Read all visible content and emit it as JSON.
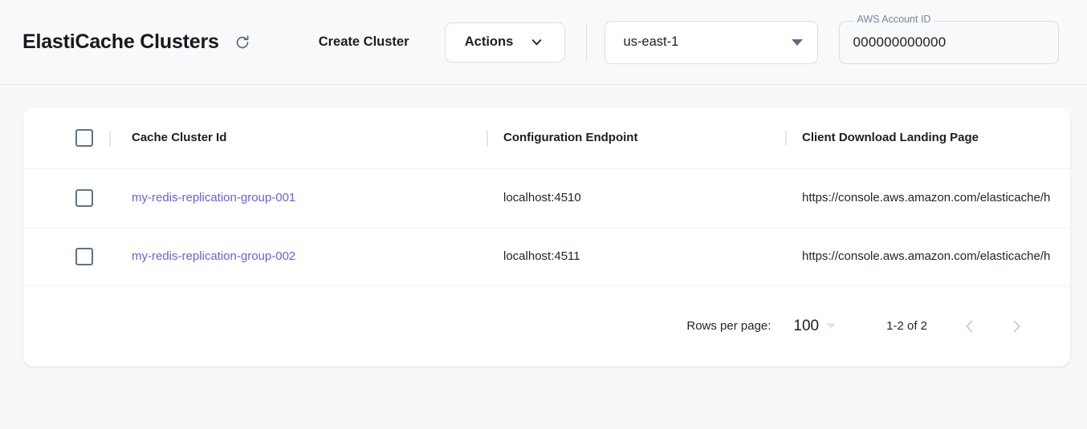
{
  "header": {
    "title": "ElastiCache Clusters",
    "refresh_icon": "refresh-icon",
    "create_button": "Create Cluster",
    "actions_button": "Actions",
    "actions_chevron_icon": "chevron-down-icon",
    "region": {
      "value": "us-east-1",
      "dropdown_icon": "triangle-down-icon"
    },
    "account": {
      "label": "AWS Account ID",
      "value": "000000000000",
      "placeholder": "AWS Account ID"
    }
  },
  "table": {
    "columns": [
      "Cache Cluster Id",
      "Configuration Endpoint",
      "Client Download Landing Page"
    ],
    "rows": [
      {
        "cluster_id": "my-redis-replication-group-001",
        "endpoint": "localhost:4510",
        "landing_page": "https://console.aws.amazon.com/elasticache/h"
      },
      {
        "cluster_id": "my-redis-replication-group-002",
        "endpoint": "localhost:4511",
        "landing_page": "https://console.aws.amazon.com/elasticache/h"
      }
    ]
  },
  "pagination": {
    "rows_per_page_label": "Rows per page:",
    "rows_per_page_value": "100",
    "range": "1-2 of 2",
    "prev_icon": "chevron-left-icon",
    "next_icon": "chevron-right-icon"
  },
  "colors": {
    "link": "#6a61d9",
    "page_bg": "#f7f8fa",
    "card_bg": "#ffffff",
    "checkbox_border": "#5f7388"
  }
}
